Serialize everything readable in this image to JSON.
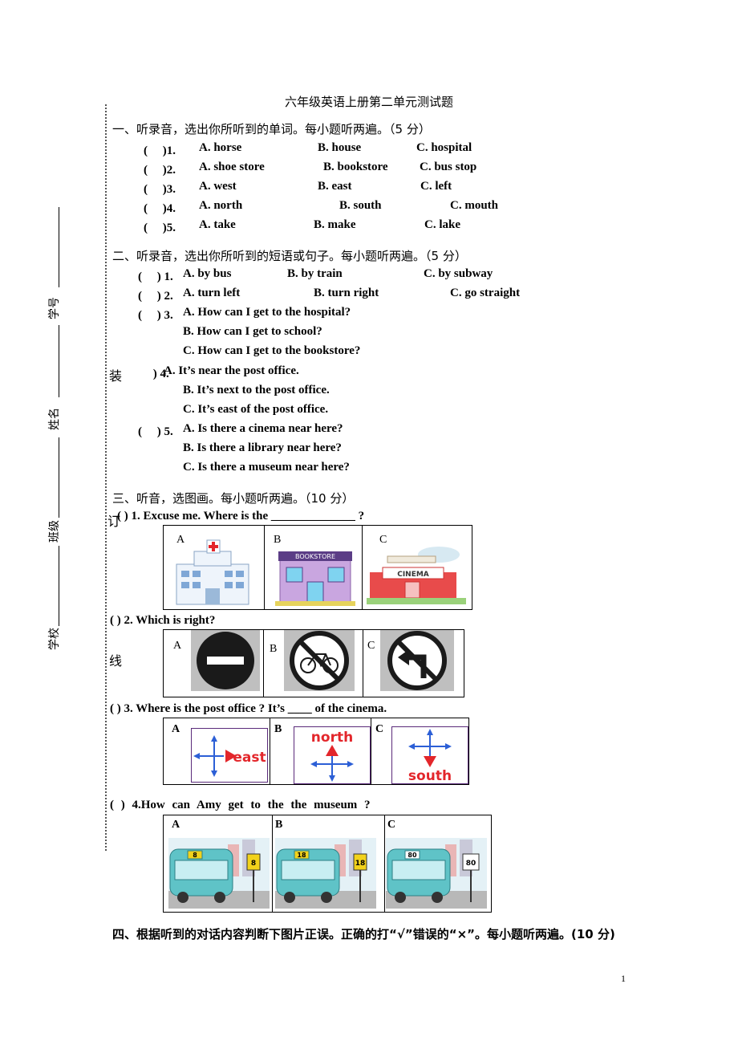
{
  "title": "六年级英语上册第二单元测试题",
  "side": {
    "xuehao": "学号",
    "xingming": "姓名",
    "banji": "班级",
    "xuexiao": "学校",
    "zhuang": "装",
    "ding": "订",
    "xian": "线"
  },
  "part1": {
    "heading": "一、听录音，选出你所听到的单词。每小题听两遍。（5 分）",
    "items": [
      {
        "num": "(　 )1.",
        "a": "A. horse",
        "b": "B. house",
        "c": "C. hospital"
      },
      {
        "num": "(　 )2.",
        "a": "A. shoe store",
        "b": "B. bookstore",
        "c": "C. bus stop"
      },
      {
        "num": "(　 )3.",
        "a": "A. west",
        "b": "B. east",
        "c": "C. left"
      },
      {
        "num": "(　 )4.",
        "a": "A. north",
        "b": "B. south",
        "c": "C. mouth"
      },
      {
        "num": "(　 )5.",
        "a": "A. take",
        "b": "B. make",
        "c": "C. lake"
      }
    ]
  },
  "part2": {
    "heading": "二、听录音，选出你所听到的短语或句子。每小题听两遍。（5 分）",
    "q1": {
      "num": "(　 ) 1.",
      "a": "A. by bus",
      "b": "B. by train",
      "c": "C. by subway"
    },
    "q2": {
      "num": "(　 ) 2.",
      "a": "A. turn left",
      "b": "B. turn right",
      "c": "C. go straight"
    },
    "q3": {
      "num": "(　 ) 3.",
      "a": "A. How can I get to the hospital?",
      "b": "B. How can I get to school?",
      "c": "C. How can I get to the bookstore?"
    },
    "q4": {
      "num": "　 ) 4.",
      "a": "A. It’s near the post office.",
      "b": "B. It’s next to the post office.",
      "c": "C. It’s east of the post office."
    },
    "q5": {
      "num": "(　 ) 5.",
      "a": "A. Is there a cinema near here?",
      "b": "B. Is there a library near here?",
      "c": "C. Is there a museum near here?"
    }
  },
  "part3": {
    "heading": "三、听音，选图画。每小题听两遍。（10 分）",
    "q1": {
      "text": "( ) 1. Excuse me. Where is the ______________ ?",
      "labels": [
        "A",
        "B",
        "C"
      ],
      "bookstore_sign": "BOOKSTORE",
      "cinema_sign": "CINEMA"
    },
    "q2": {
      "text": "(  ) 2. Which is right?",
      "labels": [
        "A",
        "B",
        "C"
      ]
    },
    "q3": {
      "text": "(  ) 3. Where is the post office ?   It’s ____ of the cinema.",
      "labels": [
        "A",
        "B",
        "C"
      ],
      "east": "east",
      "north": "north",
      "south": "south"
    },
    "q4": {
      "text": "(  ) 4.How can Amy get to the the museum ?",
      "labels": [
        "A",
        "B",
        "C"
      ],
      "routes": [
        {
          "bus": "8",
          "stop": "8"
        },
        {
          "bus": "18",
          "stop": "18"
        },
        {
          "bus": "80",
          "stop": "80"
        }
      ]
    }
  },
  "part4": {
    "heading": "四、根据听到的对话内容判断下图片正误。正确的打“√”错误的“×”。每小题听两遍。(10 分)"
  },
  "page_number": "1",
  "colors": {
    "red": "#e3262b",
    "blue": "#2c5fd6",
    "bus": "#5fc3c7",
    "sign_yellow": "#f2d21b"
  }
}
